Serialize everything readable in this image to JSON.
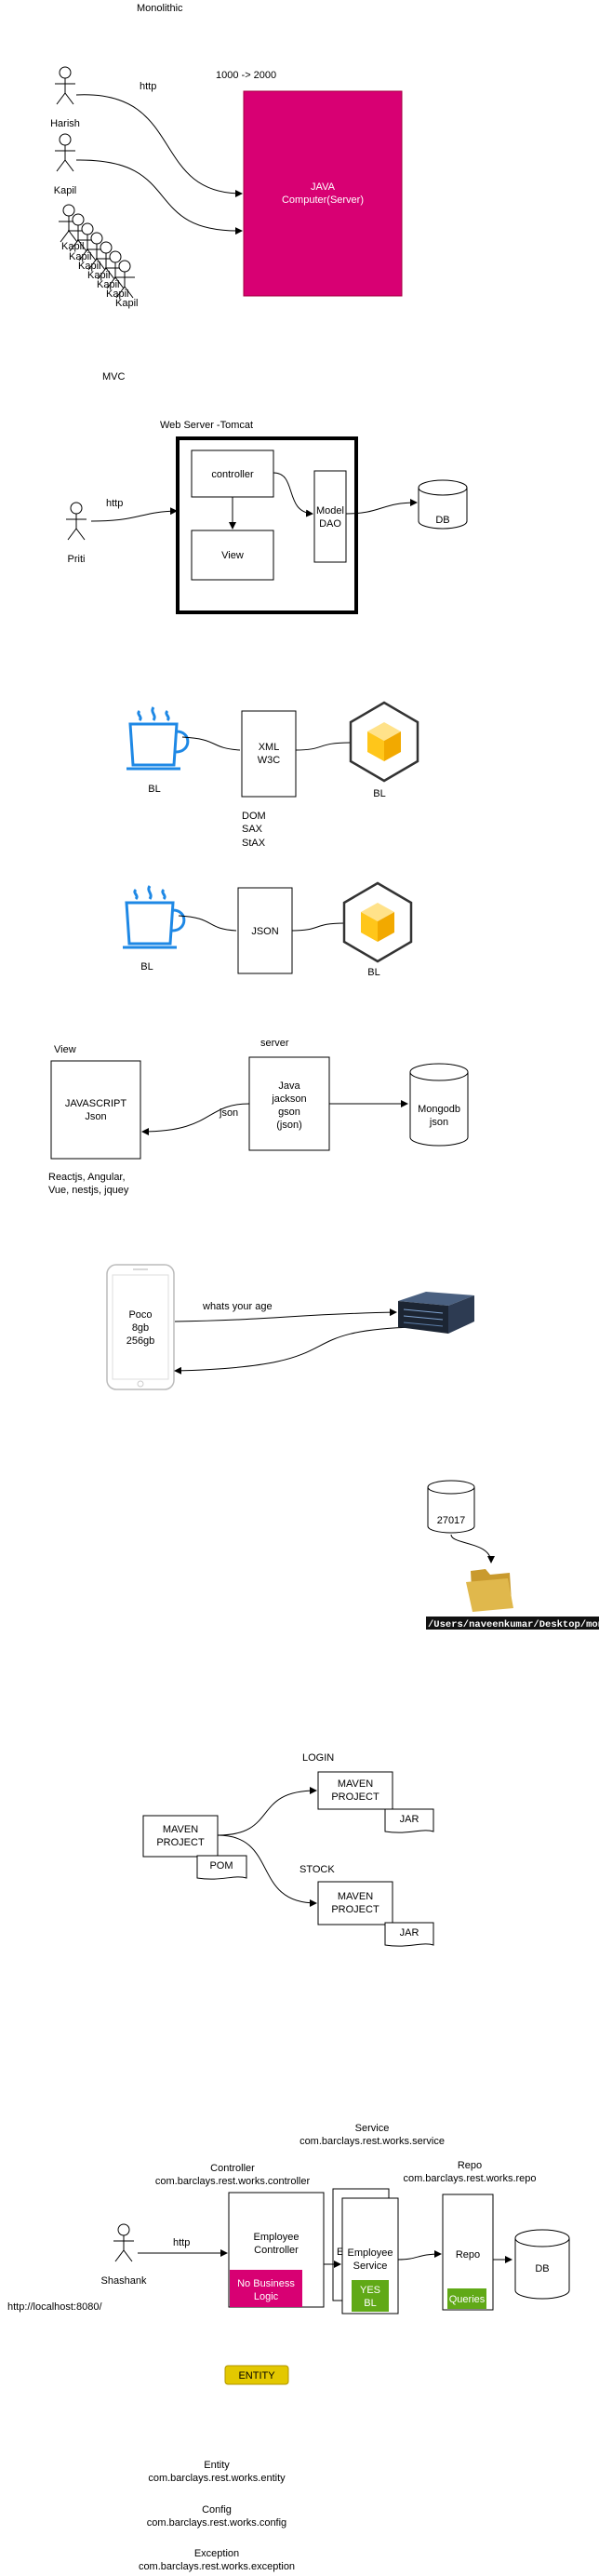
{
  "monolithic": {
    "title": "Monolithic",
    "http_label": "http",
    "capacity": "1000 -> 2000",
    "server_line1": "JAVA",
    "server_line2": "Computer(Server)",
    "server_color": "#D80073",
    "users": [
      "Harish",
      "Kapil"
    ],
    "crowd_labels": [
      "Kapil",
      "Kapil",
      "Kapil",
      "Kapil",
      "Kapil",
      "Kapil",
      "Kapil"
    ]
  },
  "mvc": {
    "title": "MVC",
    "webserver": "Web Server -Tomcat",
    "controller": "controller",
    "view": "View",
    "model_line1": "Model",
    "model_line2": "DAO",
    "db": "DB",
    "user": "Priti",
    "http_label": "http"
  },
  "xml_section": {
    "bl_left": "BL",
    "box_line1": "XML",
    "box_line2": "W3C",
    "bl_right": "BL",
    "parsers": [
      "DOM",
      "SAX",
      "StAX"
    ],
    "cup_color": "#1E88E5",
    "cube_color": "#FFC61A"
  },
  "json_section": {
    "bl_left": "BL",
    "box": "JSON",
    "bl_right": "BL"
  },
  "view_server": {
    "view_label": "View",
    "view_box_line1": "JAVASCRIPT",
    "view_box_line2": "Json",
    "server_label": "server",
    "server_lines": [
      "Java",
      "jackson",
      "gson",
      "(json)"
    ],
    "json_label": "json",
    "db_line1": "Mongodb",
    "db_line2": "json",
    "frameworks_line1": "Reactjs, Angular,",
    "frameworks_line2": "Vue, nestjs, jquey"
  },
  "phone": {
    "lines": [
      "Poco",
      "8gb",
      "256gb"
    ],
    "question": "whats your age"
  },
  "mongo": {
    "port": "27017",
    "path": "/Users/naveenkumar/Desktop/mongo-db",
    "folder_color": "#E0B84C"
  },
  "maven": {
    "root_line1": "MAVEN",
    "root_line2": "PROJECT",
    "pom": "POM",
    "login": "LOGIN",
    "stock": "STOCK",
    "child_line1": "MAVEN",
    "child_line2": "PROJECT",
    "jar": "JAR"
  },
  "layers": {
    "service_title": "Service",
    "service_pkg": "com.barclays.rest.works.service",
    "controller_title": "Controller",
    "controller_pkg": "com.barclays.rest.works.controller",
    "repo_title": "Repo",
    "repo_pkg": "com.barclays.rest.works.repo",
    "user": "Shashank",
    "http_label": "http",
    "controller_line1": "Employee",
    "controller_line2": "Controller",
    "no_bl_line1": "No Business",
    "no_bl_line2": "Logic",
    "service_line1": "Employee",
    "service_line2": "Service",
    "service_stack_letter": "E",
    "yes_line1": "YES",
    "yes_line2": "BL",
    "repo_box": "Repo",
    "queries": "Queries",
    "db": "DB",
    "url": "http://localhost:8080/",
    "entity_badge": "ENTITY",
    "pink": "#D80073",
    "green": "#60A917",
    "yellow": "#E3C800"
  },
  "packages": [
    {
      "title": "Entity",
      "pkg": "com.barclays.rest.works.entity"
    },
    {
      "title": "Config",
      "pkg": "com.barclays.rest.works.config"
    },
    {
      "title": "Exception",
      "pkg": "com.barclays.rest.works.exception"
    }
  ]
}
